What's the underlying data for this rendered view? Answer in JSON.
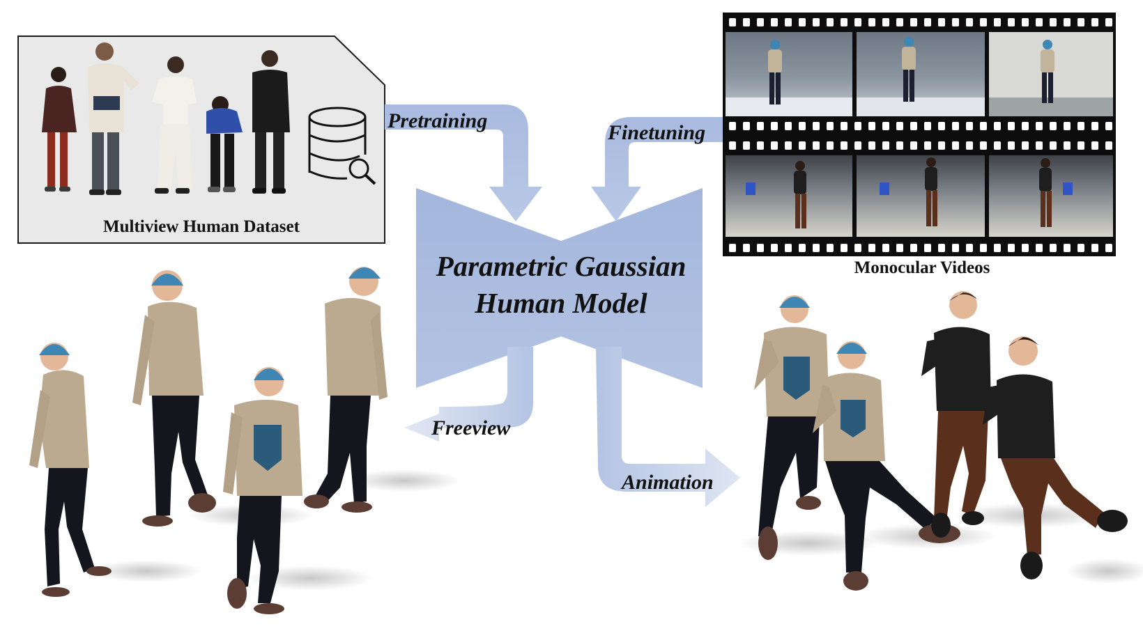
{
  "dataset": {
    "caption": "Multiview Human Dataset"
  },
  "videos": {
    "caption": "Monocular Videos"
  },
  "model": {
    "line1": "Parametric Gaussian",
    "line2": "Human Model"
  },
  "flows": {
    "pretraining": "Pretraining",
    "finetuning": "Finetuning",
    "freeview": "Freeview",
    "animation": "Animation"
  },
  "colors": {
    "arrow": "#9fb2d8",
    "model_fill": "#a9bbde",
    "dataset_bg": "#e9e9e9",
    "film": "#0d0d0d",
    "beanie": "#3e86b4",
    "hoodie": "#bba990",
    "jeans": "#14151d",
    "sweater": "#222222",
    "pants_brown": "#5a2f1b"
  },
  "icons": [
    "database-search-icon"
  ]
}
